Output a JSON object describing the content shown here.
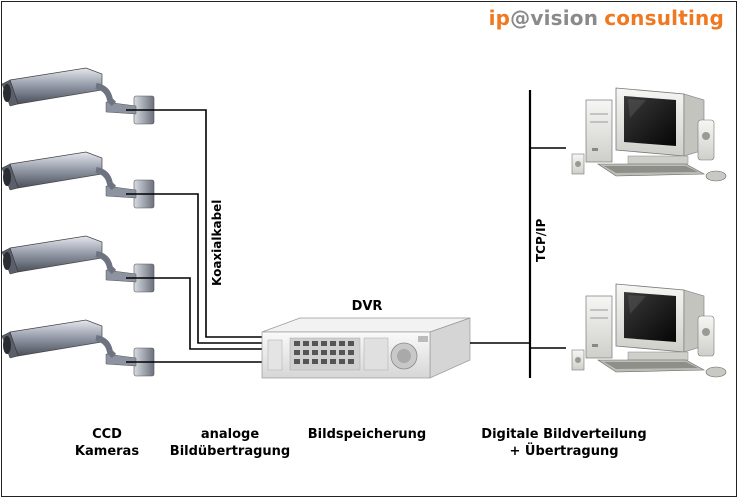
{
  "brand": {
    "part1": "ip",
    "part2": "@vision",
    "part3": "consulting"
  },
  "labels": {
    "coax": "Koaxialkabel",
    "tcpip": "TCP/IP",
    "dvr": "DVR",
    "ccd_line1": "CCD",
    "ccd_line2": "Kameras",
    "analog_line1": "analoge",
    "analog_line2": "Bildübertragung",
    "storage": "Bildspeicherung",
    "digital_line1": "Digitale Bildverteilung",
    "digital_line2": "+ Übertragung"
  },
  "devices": {
    "cameras": [
      "ccd-camera",
      "ccd-camera",
      "ccd-camera",
      "ccd-camera"
    ],
    "dvr": "dvr-recorder",
    "workstations": [
      "desktop-pc",
      "desktop-pc"
    ]
  },
  "colors": {
    "brand_orange": "#f07820",
    "brand_gray": "#8a8a8a",
    "line": "#000000"
  }
}
